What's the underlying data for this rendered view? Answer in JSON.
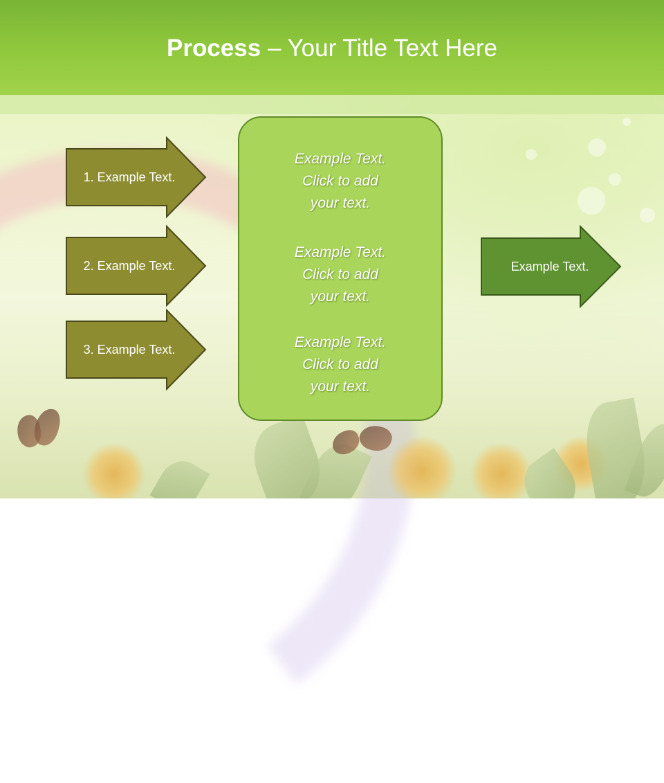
{
  "slide": {
    "title_bold": "Process",
    "title_rest": " – Your Title Text Here"
  },
  "left_steps": [
    {
      "label": "1. Example Text."
    },
    {
      "label": "2. Example Text."
    },
    {
      "label": "3. Example Text."
    }
  ],
  "center_panel": {
    "blocks": [
      {
        "line1": "Example Text.",
        "line2": "Click  to add",
        "line3": "your text."
      },
      {
        "line1": "Example Text.",
        "line2": "Click  to add",
        "line3": "your text."
      },
      {
        "line1": "Example Text.",
        "line2": "Click  to add",
        "line3": "your text."
      }
    ]
  },
  "right_arrow": {
    "label": "Example Text."
  },
  "colors": {
    "header_green": "#8fc83c",
    "olive_arrow": "#8d8c31",
    "olive_arrow_border": "#4a4a1a",
    "green_arrow": "#5f9231",
    "green_arrow_border": "#3a5a1a",
    "panel_green": "#a9d65a",
    "panel_border": "#5f8c29"
  }
}
